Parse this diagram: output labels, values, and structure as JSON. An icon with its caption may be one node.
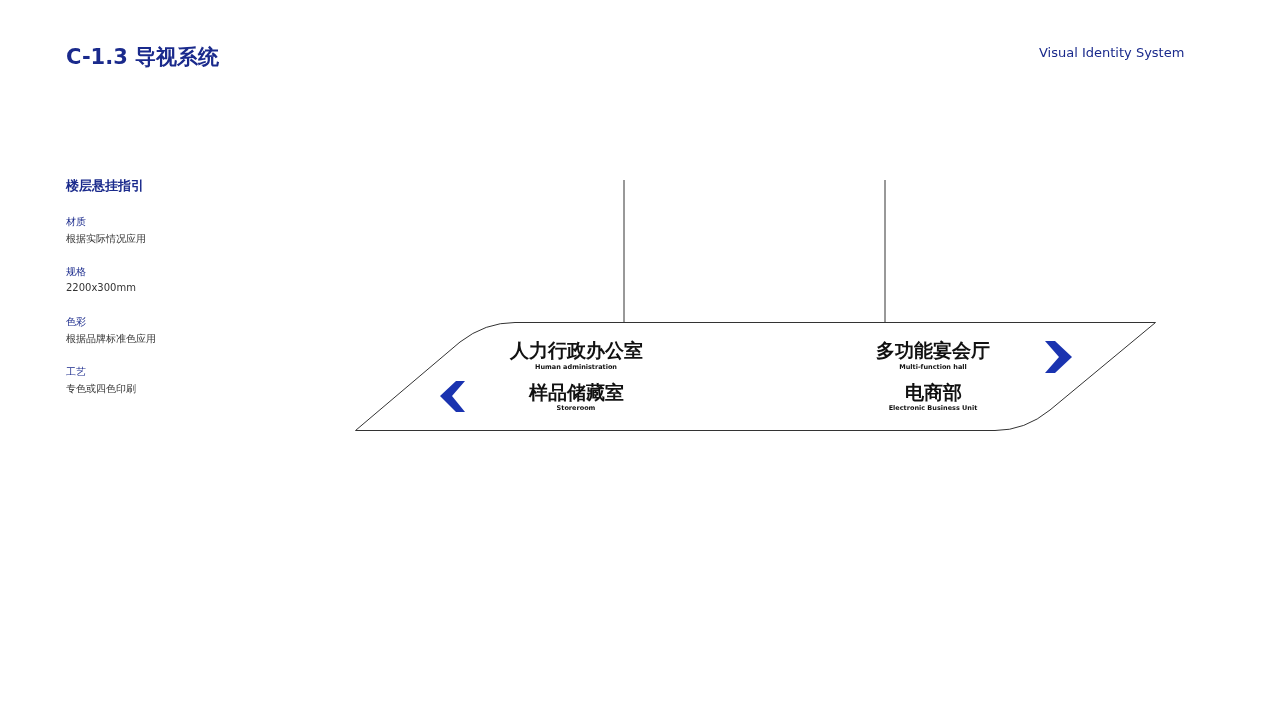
{
  "diagram": {
    "title": "C-1.3 导视系统",
    "nodes": [
      {
        "text": [
          "人力行政办公室",
          "Human administration",
          "样品储藏室",
          "Storeroom",
          "多功能宴会厅",
          "Multi-function hall",
          "电商部",
          "Electronic Business Unit"
        ]
      }
    ],
    "labels": [
      "Visual Identity System",
      "楼层悬挂指引",
      "材质",
      "根据实际情况应用",
      "规格",
      "2200x300mm",
      "色彩",
      "根据品牌标准色应用",
      "工艺",
      "专色或四色印刷"
    ]
  }
}
